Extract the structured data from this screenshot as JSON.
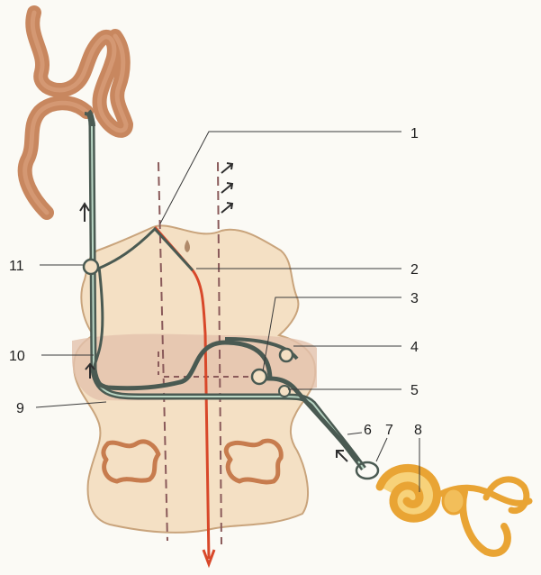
{
  "labels": [
    {
      "id": "l1",
      "text": "1"
    },
    {
      "id": "l2",
      "text": "2"
    },
    {
      "id": "l3",
      "text": "3"
    },
    {
      "id": "l4",
      "text": "4"
    },
    {
      "id": "l5",
      "text": "5"
    },
    {
      "id": "l6",
      "text": "6"
    },
    {
      "id": "l7",
      "text": "7"
    },
    {
      "id": "l8",
      "text": "8"
    },
    {
      "id": "l9",
      "text": "9"
    },
    {
      "id": "l10",
      "text": "10"
    },
    {
      "id": "l11",
      "text": "11"
    }
  ],
  "colors": {
    "background": "#fbfaf5",
    "brainstem": "#f4e0c4",
    "brainstem_outline": "#c9a47c",
    "nucleus_shade": "#e3c2ac",
    "olive": "#c77c4e",
    "cortex": "#c8875f",
    "pathway": "#4a5a52",
    "pathway_highlight": "#b9d6c4",
    "red_tract": "#d8482a",
    "cochlea": "#e9a434",
    "cochlea_light": "#f7d27a"
  }
}
